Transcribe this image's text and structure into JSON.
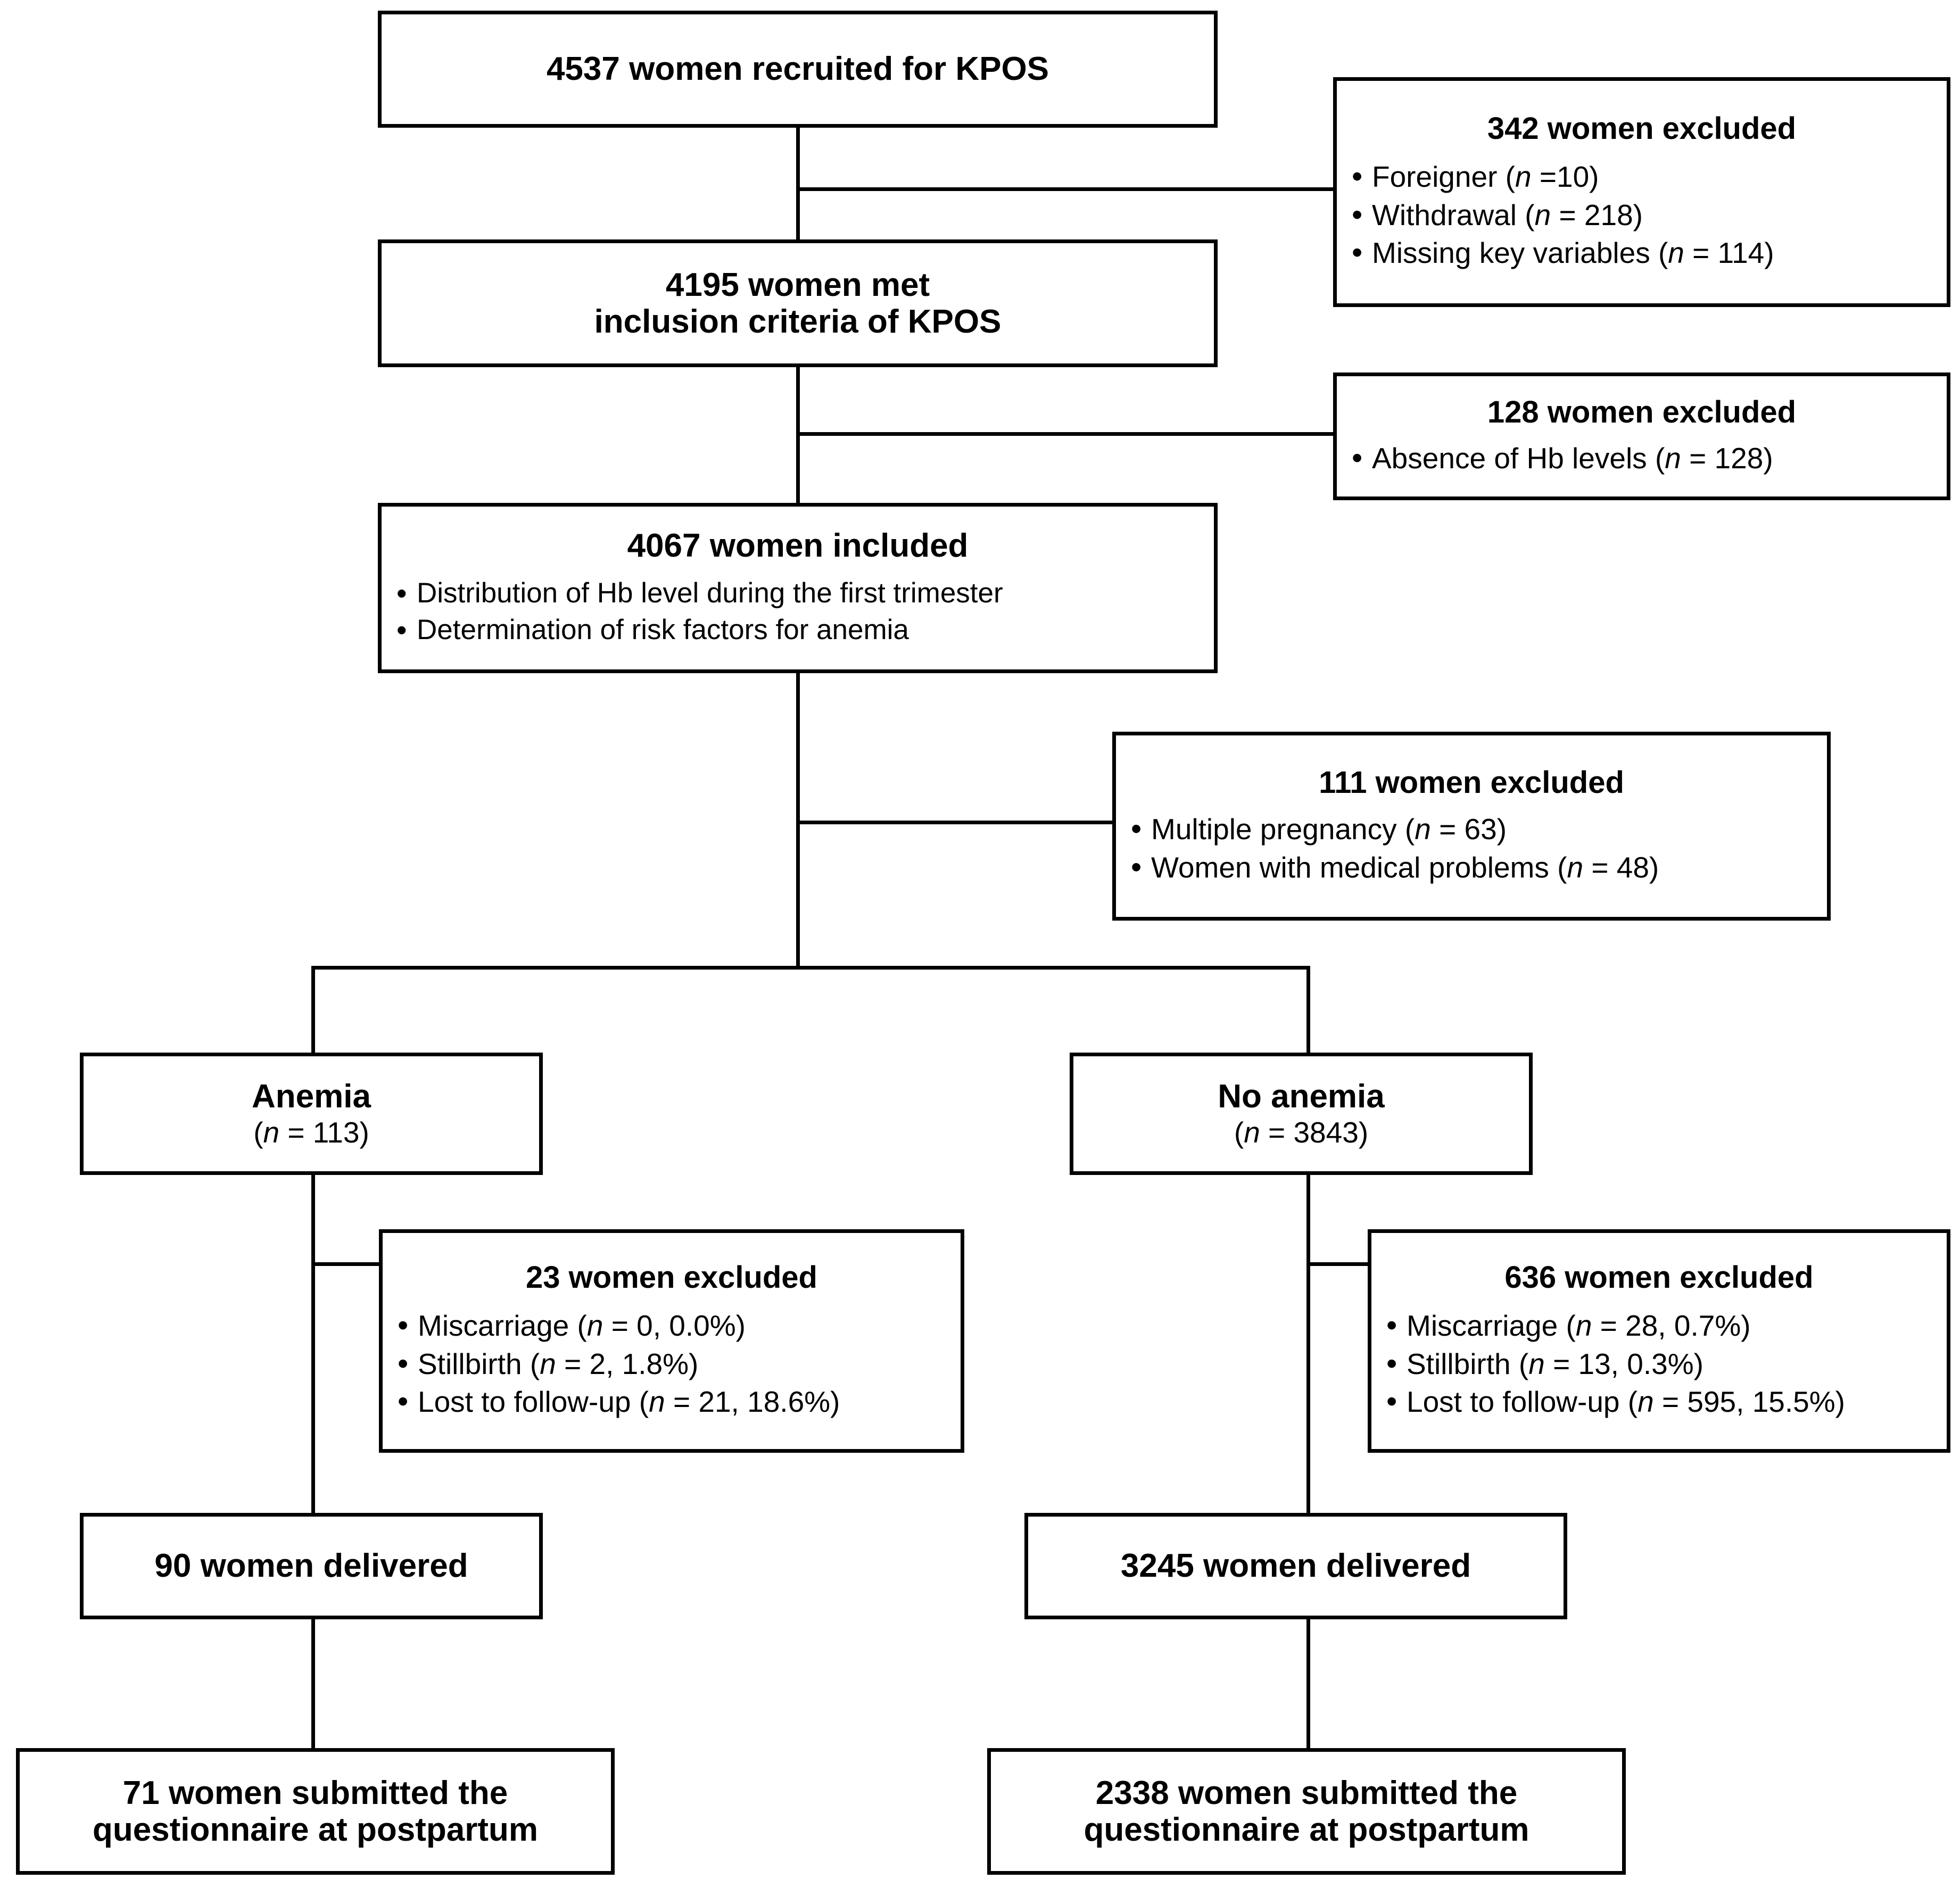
{
  "diagram": {
    "type": "flowchart",
    "title": "KPOS study participant flow diagram",
    "line_color": "#000000",
    "background": "#ffffff",
    "nodes": {
      "recruited": {
        "title": "4537 women recruited for KPOS"
      },
      "excluded_342": {
        "title": "342 women excluded",
        "items": [
          {
            "label": "Foreigner (",
            "n_label": "n",
            "value": " =10)"
          },
          {
            "label": "Withdrawal (",
            "n_label": "n",
            "value": " = 218)"
          },
          {
            "label": "Missing key variables (",
            "n_label": "n",
            "value": " = 114)"
          }
        ]
      },
      "met_criteria": {
        "line1": "4195 women met",
        "line2": "inclusion criteria of KPOS"
      },
      "excluded_128": {
        "title": "128 women excluded",
        "items": [
          {
            "label": "Absence of Hb levels (",
            "n_label": "n",
            "value": " = 128)"
          }
        ]
      },
      "included_4067": {
        "title": "4067 women included",
        "items": [
          {
            "label": "Distribution of Hb level during the first trimester",
            "n_label": "",
            "value": ""
          },
          {
            "label": "Determination of risk factors for anemia",
            "n_label": "",
            "value": ""
          }
        ]
      },
      "excluded_111": {
        "title": "111 women excluded",
        "items": [
          {
            "label": "Multiple pregnancy (",
            "n_label": "n",
            "value": " = 63)"
          },
          {
            "label": "Women with medical problems (",
            "n_label": "n",
            "value": " = 48)"
          }
        ]
      },
      "anemia": {
        "title": "Anemia",
        "sub_open": "(",
        "n_label": "n",
        "sub_value": " = 113)"
      },
      "no_anemia": {
        "title": "No anemia",
        "sub_open": "(",
        "n_label": "n",
        "sub_value": " = 3843)"
      },
      "excluded_23": {
        "title": "23 women excluded",
        "items": [
          {
            "label": "Miscarriage (",
            "n_label": "n",
            "value": " = 0, 0.0%)"
          },
          {
            "label": "Stillbirth (",
            "n_label": "n",
            "value": " = 2, 1.8%)"
          },
          {
            "label": "Lost to follow-up (",
            "n_label": "n",
            "value": " = 21, 18.6%)"
          }
        ]
      },
      "excluded_636": {
        "title": "636 women excluded",
        "items": [
          {
            "label": "Miscarriage (",
            "n_label": "n",
            "value": " = 28, 0.7%)"
          },
          {
            "label": "Stillbirth (",
            "n_label": "n",
            "value": " = 13, 0.3%)"
          },
          {
            "label": "Lost to follow-up (",
            "n_label": "n",
            "value": " = 595, 15.5%)"
          }
        ]
      },
      "delivered_90": {
        "title": "90 women delivered"
      },
      "delivered_3245": {
        "title": "3245 women delivered"
      },
      "submitted_71": {
        "line1": "71 women submitted the",
        "line2": "questionnaire at postpartum"
      },
      "submitted_2338": {
        "line1": "2338 women submitted the",
        "line2": "questionnaire at postpartum"
      }
    }
  }
}
